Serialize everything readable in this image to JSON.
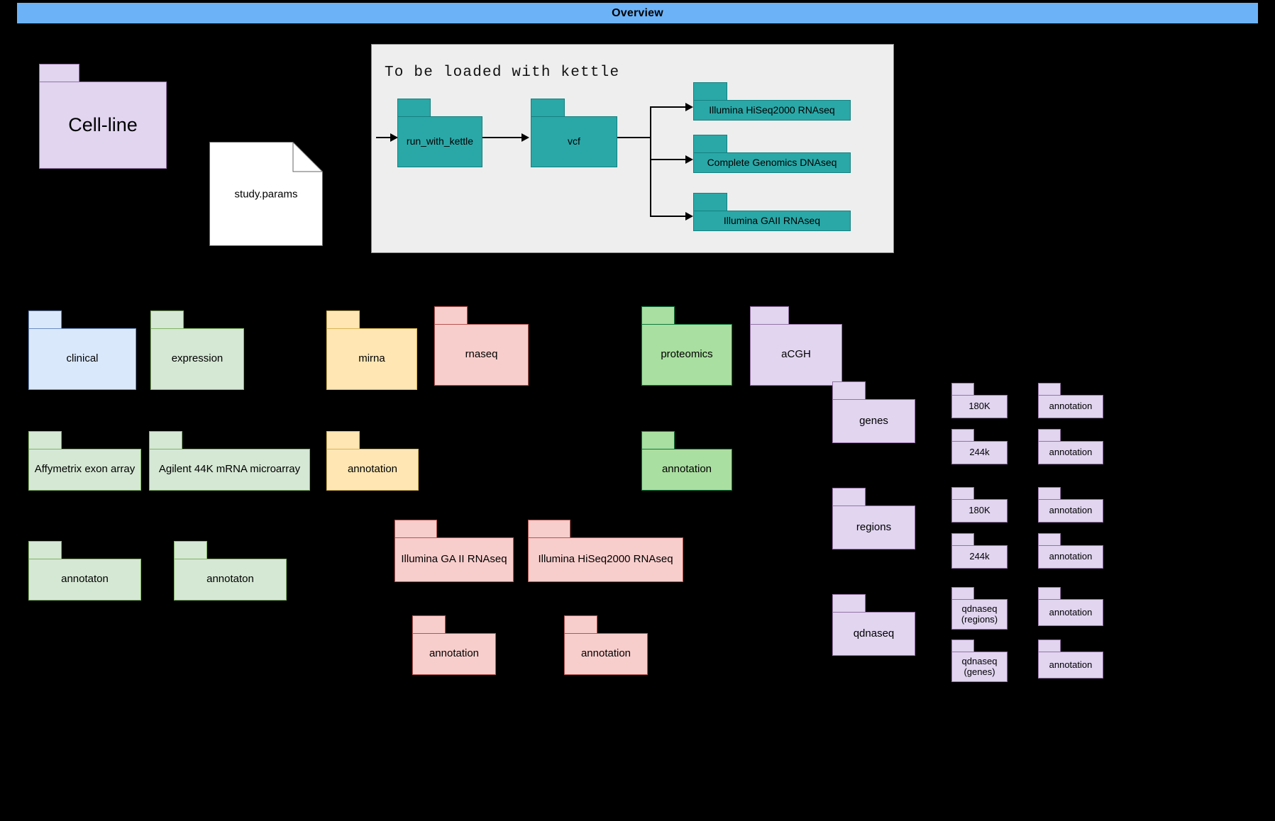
{
  "window": {
    "title": "Overview"
  },
  "colors": {
    "titlebar_bg": "#6cb2f7",
    "canvas_bg": "#000000",
    "panel_bg": "#eeeeee",
    "panel_border": "#8a8a8a",
    "purple_fill": "#e1d5f0",
    "purple_border": "#9673a6",
    "teal_fill": "#2aa8a8",
    "teal_border": "#14807f",
    "blue_fill": "#dae8fc",
    "blue_border": "#6c8ebf",
    "green_fill": "#d5e8d4",
    "green_border": "#82b366",
    "green_strong_fill": "#a9dfa0",
    "green_strong_border": "#0e7a3c",
    "yellow_fill": "#ffe6b3",
    "yellow_border": "#d6b656",
    "red_fill": "#f8cecc",
    "red_border": "#b85450",
    "white_fill": "#ffffff",
    "white_border": "#666666",
    "connector": "#000000"
  },
  "panel": {
    "title": "To be loaded with kettle"
  },
  "top_section": {
    "cell_line": {
      "label": "Cell-line"
    },
    "study_params": {
      "label": "study.params"
    }
  },
  "kettle_flow": {
    "nodes": [
      {
        "label": "run_with_kettle"
      },
      {
        "label": "vcf"
      },
      {
        "label": "Illumina HiSeq2000 RNAseq"
      },
      {
        "label": "Complete Genomics DNAseq"
      },
      {
        "label": "Illumina GAII RNAseq"
      }
    ]
  },
  "folders": {
    "row_category": [
      {
        "label": "clinical",
        "color": "blue"
      },
      {
        "label": "expression",
        "color": "green"
      },
      {
        "label": "mirna",
        "color": "yellow"
      },
      {
        "label": "rnaseq",
        "color": "red"
      },
      {
        "label": "proteomics",
        "color": "green_strong"
      },
      {
        "label": "aCGH",
        "color": "purple"
      }
    ],
    "expression_children": [
      {
        "label": "Affymetrix exon array",
        "color": "green"
      },
      {
        "label": "Agilent 44K mRNA microarray",
        "color": "green"
      }
    ],
    "mirna_children": [
      {
        "label": "annotation",
        "color": "yellow"
      }
    ],
    "proteomics_children": [
      {
        "label": "annotation",
        "color": "green_strong"
      }
    ],
    "expression_annotations": [
      {
        "label": "annotaton",
        "color": "green"
      },
      {
        "label": "annotaton",
        "color": "green"
      }
    ],
    "rnaseq_children": [
      {
        "label": "Illumina GA II RNAseq",
        "color": "red"
      },
      {
        "label": "Illumina HiSeq2000 RNAseq",
        "color": "red"
      }
    ],
    "rnaseq_annotations": [
      {
        "label": "annotation",
        "color": "red"
      },
      {
        "label": "annotation",
        "color": "red"
      }
    ],
    "acgh_children": [
      {
        "label": "genes",
        "color": "purple"
      },
      {
        "label": "regions",
        "color": "purple"
      },
      {
        "label": "qdnaseq",
        "color": "purple"
      }
    ],
    "acgh_platforms": [
      {
        "label": "180K",
        "color": "purple"
      },
      {
        "label": "244k",
        "color": "purple"
      },
      {
        "label": "180K",
        "color": "purple"
      },
      {
        "label": "244k",
        "color": "purple"
      },
      {
        "label": "qdnaseq (regions)",
        "color": "purple"
      },
      {
        "label": "qdnaseq (genes)",
        "color": "purple"
      }
    ],
    "acgh_annotations": [
      {
        "label": "annotation",
        "color": "purple"
      },
      {
        "label": "annotation",
        "color": "purple"
      },
      {
        "label": "annotation",
        "color": "purple"
      },
      {
        "label": "annotation",
        "color": "purple"
      },
      {
        "label": "annotation",
        "color": "purple"
      },
      {
        "label": "annotation",
        "color": "purple"
      }
    ]
  }
}
